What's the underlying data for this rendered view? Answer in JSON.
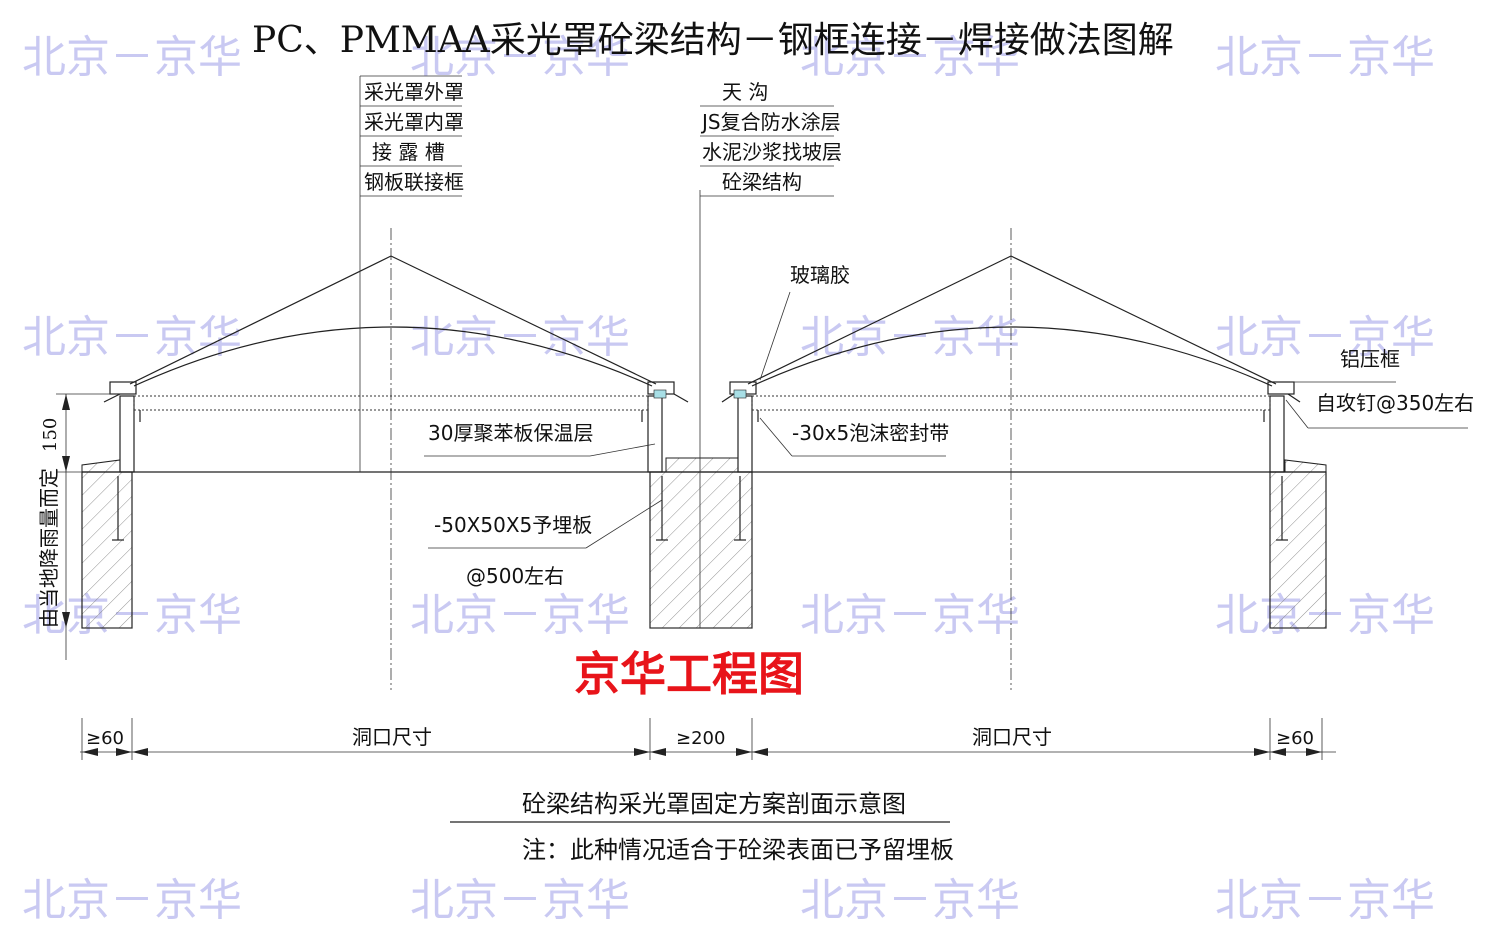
{
  "title": "PC、PMMAA采光罩砼梁结构－钢框连接－焊接做法图解",
  "watermark": "北京－京华",
  "stamp": "京华工程图",
  "labels_left_stack": [
    "采光罩外罩",
    "采光罩内罩",
    "接 露 槽",
    "钢板联接框"
  ],
  "labels_mid_stack": [
    "天 沟",
    "JS复合防水涂层",
    "水泥沙浆找坡层",
    "砼梁结构"
  ],
  "label_glass_glue": "玻璃胶",
  "label_alu_frame": "铝压框",
  "label_screw": "自攻钉@350左右",
  "label_insulation": "30厚聚苯板保温层",
  "label_foam_tape": "-30x5泡沫密封带",
  "label_embed_plate": "-50X50X5予埋板",
  "label_embed_spacing": "@500左右",
  "label_height": "150",
  "label_height_note": "由当地降雨量而定",
  "dimensions": [
    "≥60",
    "洞口尺寸",
    "≥200",
    "洞口尺寸",
    "≥60"
  ],
  "caption_title": "砼梁结构采光罩固定方案剖面示意图",
  "caption_note": "注：此种情况适合于砼梁表面已予留埋板",
  "colors": {
    "stamp": "#e8141a",
    "watermark": "#c9c9f2",
    "line": "#222222"
  }
}
